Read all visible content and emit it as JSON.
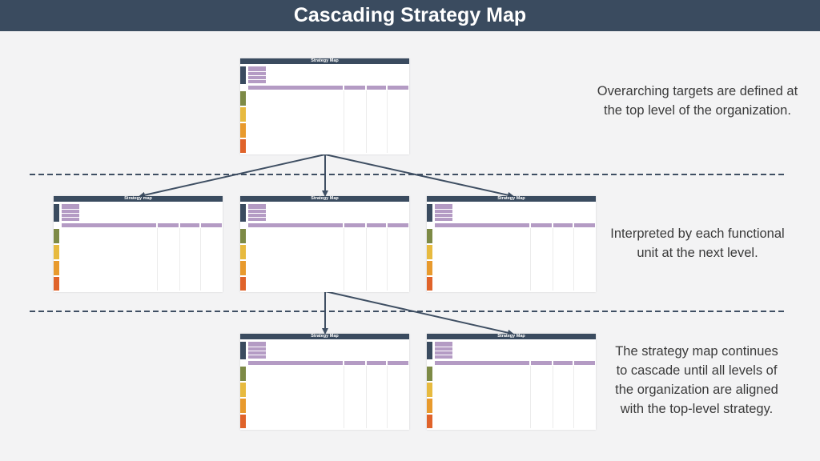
{
  "title": "Cascading Strategy Map",
  "captions": {
    "top": [
      "Overarching targets are defined at",
      "the top level of the organization."
    ],
    "middle": [
      "Interpreted by each functional",
      "unit at the next level."
    ],
    "bottom": [
      "The strategy map continues",
      "to cascade until all levels of",
      "the organization are aligned",
      "with the top-level strategy."
    ]
  },
  "maps": {
    "top": "Strategy Map",
    "mid_left": "Strategy map",
    "mid_center": "Strategy Map",
    "mid_right": "Strategy Map",
    "bottom_left": "Strategy Map",
    "bottom_right": "Strategy Map"
  },
  "colors": {
    "header": "#3a4b5f",
    "purple": "#b49bc4",
    "green": "#7d8a46",
    "yellow": "#e7ba3f",
    "orange": "#e89a2d",
    "red": "#e0632a",
    "arrow": "#3f4f63"
  }
}
